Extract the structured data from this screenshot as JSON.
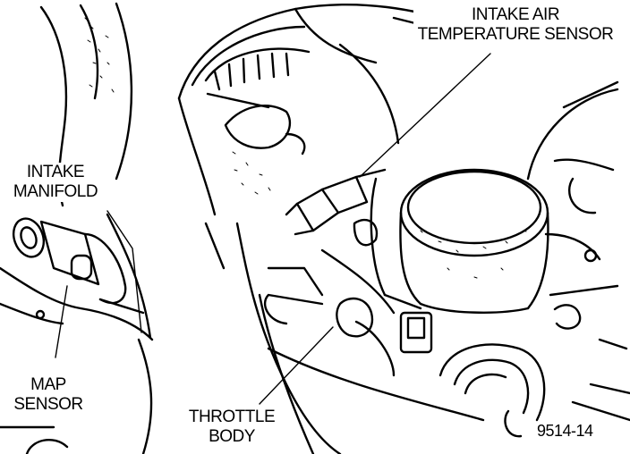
{
  "labels": {
    "intake_air_temp_sensor": "INTAKE AIR\nTEMPERATURE SENSOR",
    "intake_manifold": "INTAKE\nMANIFOLD",
    "map_sensor": "MAP\nSENSOR",
    "throttle_body": "THROTTLE\nBODY"
  },
  "figure_number": "9514-14",
  "colors": {
    "ink": "#000000",
    "paper": "#ffffff"
  }
}
